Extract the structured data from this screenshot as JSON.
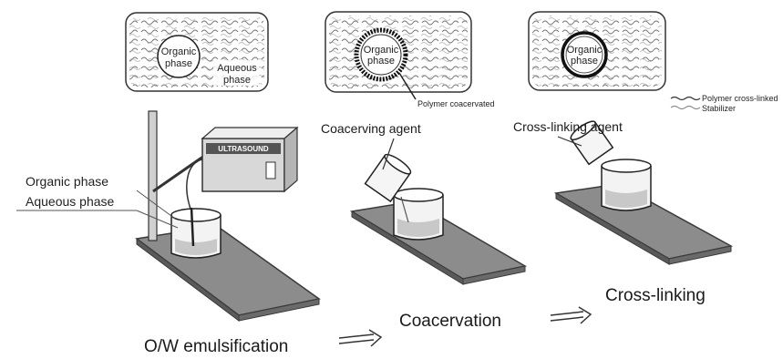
{
  "panels": {
    "panel1": {
      "inner_label_1": "Organic",
      "inner_label_2": "phase",
      "outer_label_1": "Aqueous",
      "outer_label_2": "phase"
    },
    "panel2": {
      "inner_label_1": "Organic",
      "inner_label_2": "phase",
      "annotation": "Polymer coacervated"
    },
    "panel3": {
      "inner_label_1": "Organic",
      "inner_label_2": "phase",
      "legend_1": "Polymer cross-linked",
      "legend_2": "Stabilizer"
    }
  },
  "setup": {
    "organic_phase_label": "Organic phase",
    "aqueous_phase_label": "Aqueous phase",
    "device_label": "ULTRASOUND"
  },
  "agents": {
    "coacervating": "Coacerving agent",
    "crosslinking": "Cross-linking agent"
  },
  "steps": {
    "step1": "O/W emulsification",
    "step2": "Coacervation",
    "step3": "Cross-linking"
  },
  "colors": {
    "ink": "#1f1f1f",
    "plate": "#8c8c8c",
    "plate_dark": "#5a5a5a",
    "wave": "#6b6b6b"
  }
}
